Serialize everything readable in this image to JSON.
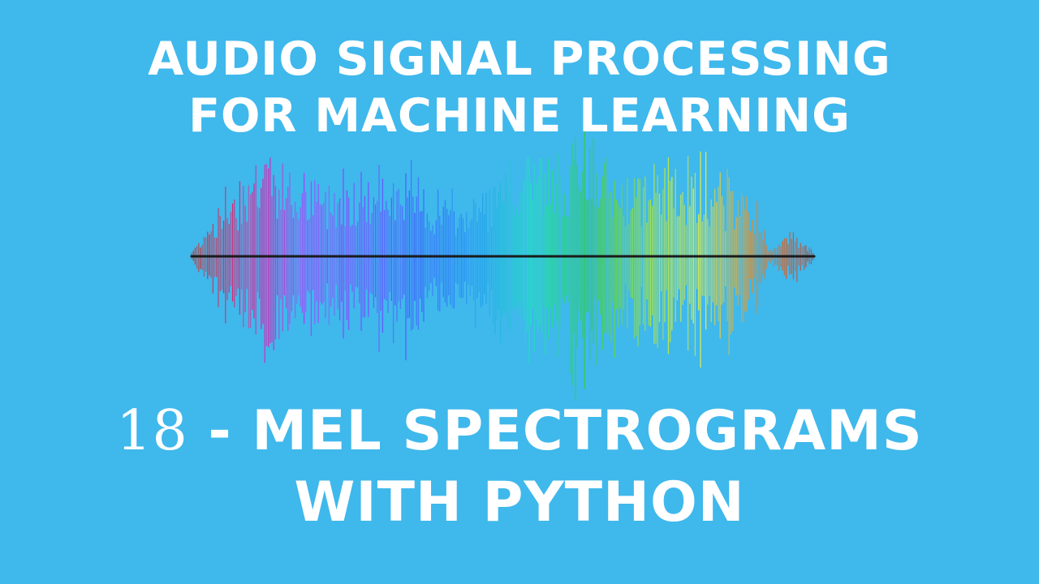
{
  "background_color": "#3fb8ec",
  "text_color": "#ffffff",
  "series_title": {
    "line1": "AUDIO SIGNAL PROCESSING",
    "line2": "FOR MACHINE LEARNING"
  },
  "episode_title": {
    "number": "18",
    "separator": "-",
    "line1_rest": "MEL SPECTROGRAMS",
    "line2": "WITH PYTHON"
  },
  "waveform": {
    "icon": "rainbow-audio-waveform",
    "gradient_colors": [
      "#c0392b",
      "#e91e8c",
      "#b13cff",
      "#7b4dff",
      "#3f5bff",
      "#2196f3",
      "#1de9b6",
      "#2ecc40",
      "#a8e63a",
      "#f2f23a",
      "#e67e22",
      "#c0392b"
    ]
  }
}
